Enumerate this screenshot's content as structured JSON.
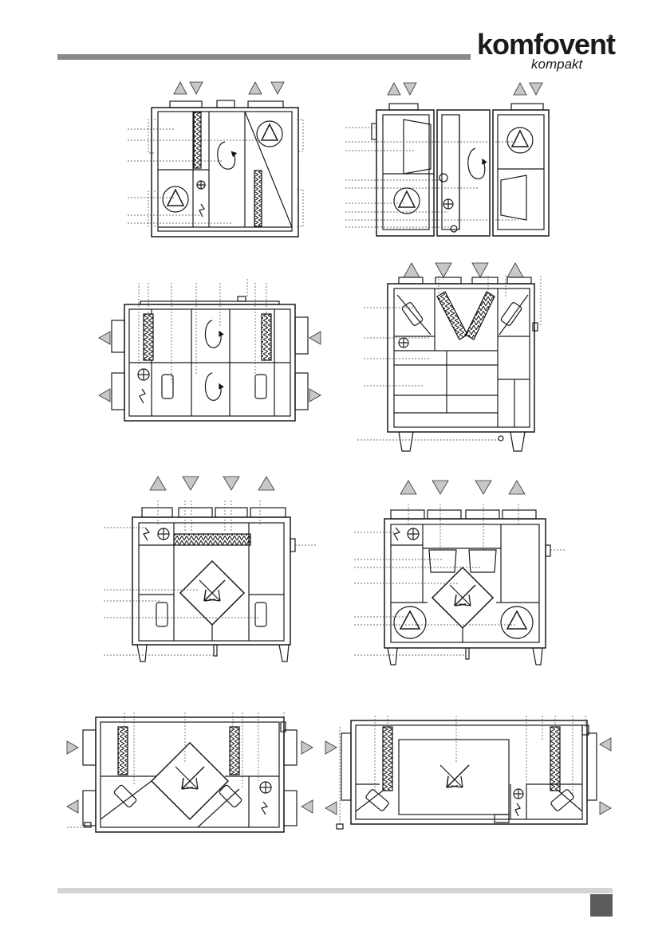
{
  "brand": {
    "name": "komfovent",
    "registered": "®",
    "product_line": "kompakt"
  },
  "colors": {
    "header_bar": "#8a8a8a",
    "footer_bar": "#d4d4d4",
    "page_box": "#5c5c5c",
    "arrow_fill": "#c8c8c8",
    "line": "#1a1a1a"
  },
  "diagrams": [
    {
      "id": "vertical-plate-front"
    },
    {
      "id": "vertical-plate-side"
    },
    {
      "id": "horizontal-counterflow-plate"
    },
    {
      "id": "vertical-counterflow-v"
    },
    {
      "id": "vertical-cross-flow-fans-below"
    },
    {
      "id": "vertical-cross-flow-fans-round"
    },
    {
      "id": "horizontal-cross-flow"
    },
    {
      "id": "horizontal-rotary"
    }
  ]
}
